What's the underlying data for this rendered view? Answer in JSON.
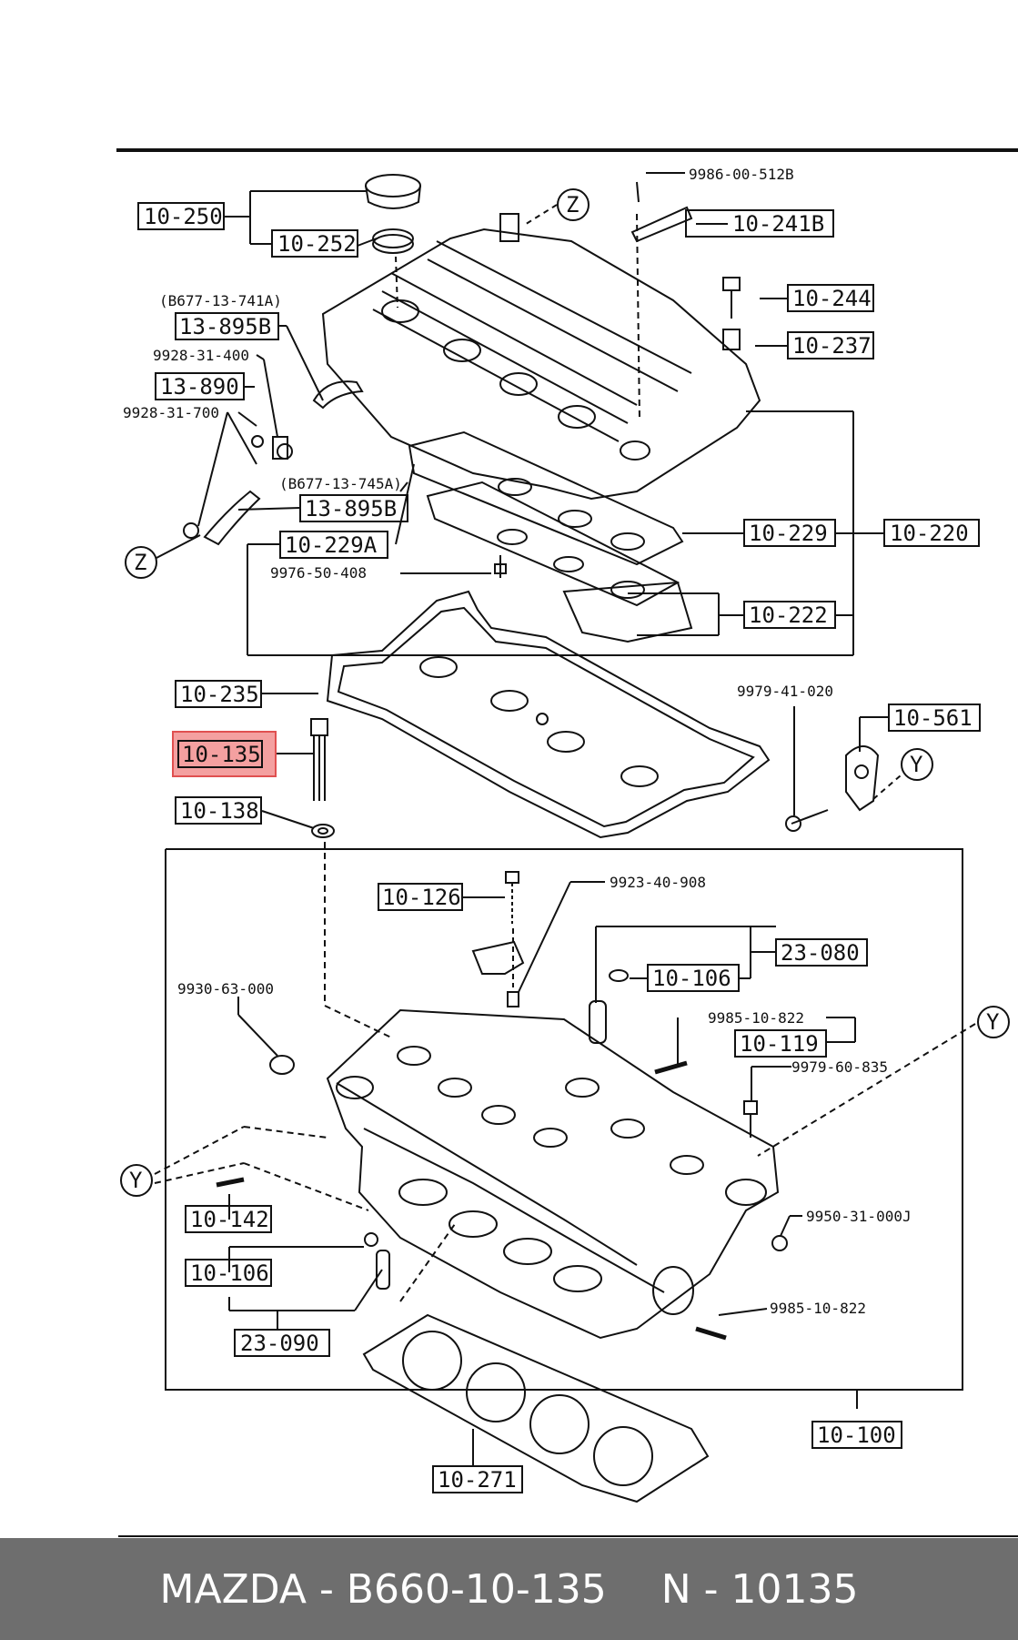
{
  "labels": {
    "l10_250": "10-250",
    "l10_252": "10-252",
    "l8677_741a": "(B677-13-741A)",
    "l13_895b_top": "13-895B",
    "l9928_31_400": "9928-31-400",
    "l13_890": "13-890",
    "l9928_31_700": "9928-31-700",
    "l8677_745a": "(B677-13-745A)",
    "l13_895b_bot": "13-895B",
    "z1": "Z",
    "l10_229a": "10-229A",
    "l9976_50_408": "9976-50-408",
    "l9986_00_512b": "9986-00-512B",
    "z2": "Z",
    "l10_241b": "10-241B",
    "l10_244": "10-244",
    "l10_237": "10-237",
    "l10_229": "10-229",
    "l10_220": "10-220",
    "l10_222": "10-222",
    "l10_235": "10-235",
    "l10_135": "10-135",
    "l10_138": "10-138",
    "l9979_41_020": "9979-41-020",
    "l10_561": "10-561",
    "y1": "Y",
    "l10_126": "10-126",
    "l9923_40_908": "9923-40-908",
    "l23_080": "23-080",
    "l10_106_top": "10-106",
    "l9930_63_000": "9930-63-000",
    "l9985_10_822_top": "9985-10-822",
    "l10_119": "10-119",
    "y2": "Y",
    "l9979_60_835": "9979-60-835",
    "y3": "Y",
    "l10_142": "10-142",
    "l10_106_bot": "10-106",
    "l23_090": "23-090",
    "l9950_31_000j": "9950-31-000J",
    "l9985_10_822_bot": "9985-10-822",
    "l10_100": "10-100",
    "l10_271": "10-271"
  },
  "highlight_color": "#f4a0a0",
  "footer": {
    "brand_part": "MAZDA - B660-10-135",
    "ref": "N - 10135"
  }
}
